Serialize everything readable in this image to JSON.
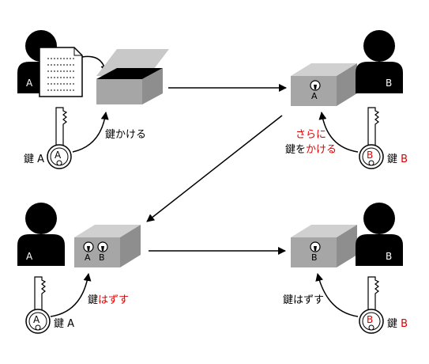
{
  "colors": {
    "figure": "#000000",
    "box_top": "#d0d0d0",
    "box_front": "#a6a6a6",
    "box_side": "#8e8e8e",
    "emphasis": "#e00000",
    "background": "#ffffff"
  },
  "person_a": {
    "label": "A"
  },
  "person_b": {
    "label": "B"
  },
  "key_a": {
    "letter": "A",
    "caption": "鍵 A"
  },
  "key_b": {
    "letter": "B",
    "caption_prefix": "鍵",
    "caption_suffix": "B"
  },
  "labels": {
    "lock_by_a": "鍵かける",
    "further_red": "さらに",
    "lock_again_prefix": "鍵を",
    "lock_again_red": "かける",
    "unlock_a_prefix": "鍵",
    "unlock_a_red": "はずす",
    "unlock_b": "鍵はずす"
  },
  "padlocks": {
    "a": "A",
    "b": "B"
  }
}
